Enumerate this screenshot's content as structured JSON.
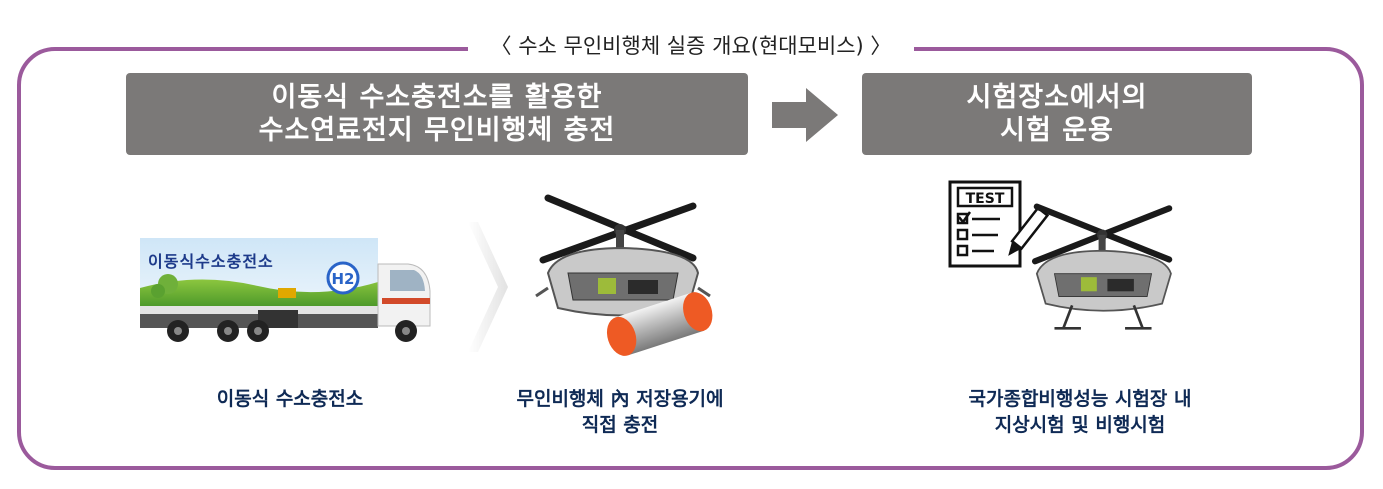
{
  "frame": {
    "title": "〈 수소 무인비행체 실증 개요(현대모비스) 〉",
    "border_color": "#9b5a9c"
  },
  "headers": {
    "left": {
      "line1": "이동식 수소충전소를 활용한",
      "line2": "수소연료전지 무인비행체 충전"
    },
    "right": {
      "line1": "시험장소에서의",
      "line2": "시험 운용"
    },
    "box_color": "#7b7978"
  },
  "illustrations": {
    "truck": {
      "side_text": "이동식수소충전소",
      "badge": "H2"
    },
    "test_sheet": {
      "label": "TEST"
    }
  },
  "captions": {
    "truck": "이동식 수소충전소",
    "drone_charge": {
      "line1": "무인비행체 內 저장용기에",
      "line2": "직접 충전"
    },
    "test": {
      "line1": "국가종합비행성능 시험장 내",
      "line2": "지상시험 및 비행시험"
    }
  },
  "icons": [
    "arrow-right-icon",
    "chevron-right-icon",
    "truck-image",
    "drone-image",
    "hydrogen-tank-image",
    "test-checklist-icon",
    "pencil-icon"
  ]
}
